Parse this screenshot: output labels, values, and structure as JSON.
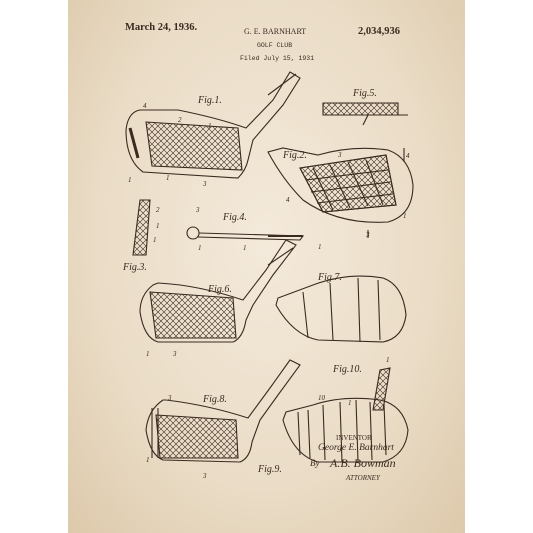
{
  "header": {
    "date": "March 24, 1936.",
    "inventor_name": "G. E. BARNHART",
    "patent_number": "2,034,936",
    "title": "GOLF CLUB",
    "filed": "Filed July 15, 1931"
  },
  "figures": {
    "fig1": "Fig.1.",
    "fig2": "Fig.2.",
    "fig3": "Fig.3.",
    "fig4": "Fig.4.",
    "fig5": "Fig.5.",
    "fig6": "Fig.6.",
    "fig7": "Fig.7.",
    "fig8": "Fig.8.",
    "fig9": "Fig.9.",
    "fig10": "Fig.10."
  },
  "signature": {
    "inventor_label": "INVENTOR",
    "inventor_name": "George E. Barnhart",
    "by": "By",
    "attorney_name": "A.B. Bowman",
    "attorney_label": "ATTORNEY"
  },
  "colors": {
    "ink": "#3a2a20",
    "paper": "#efe3cf",
    "paper_edge": "#ddc9ab"
  }
}
